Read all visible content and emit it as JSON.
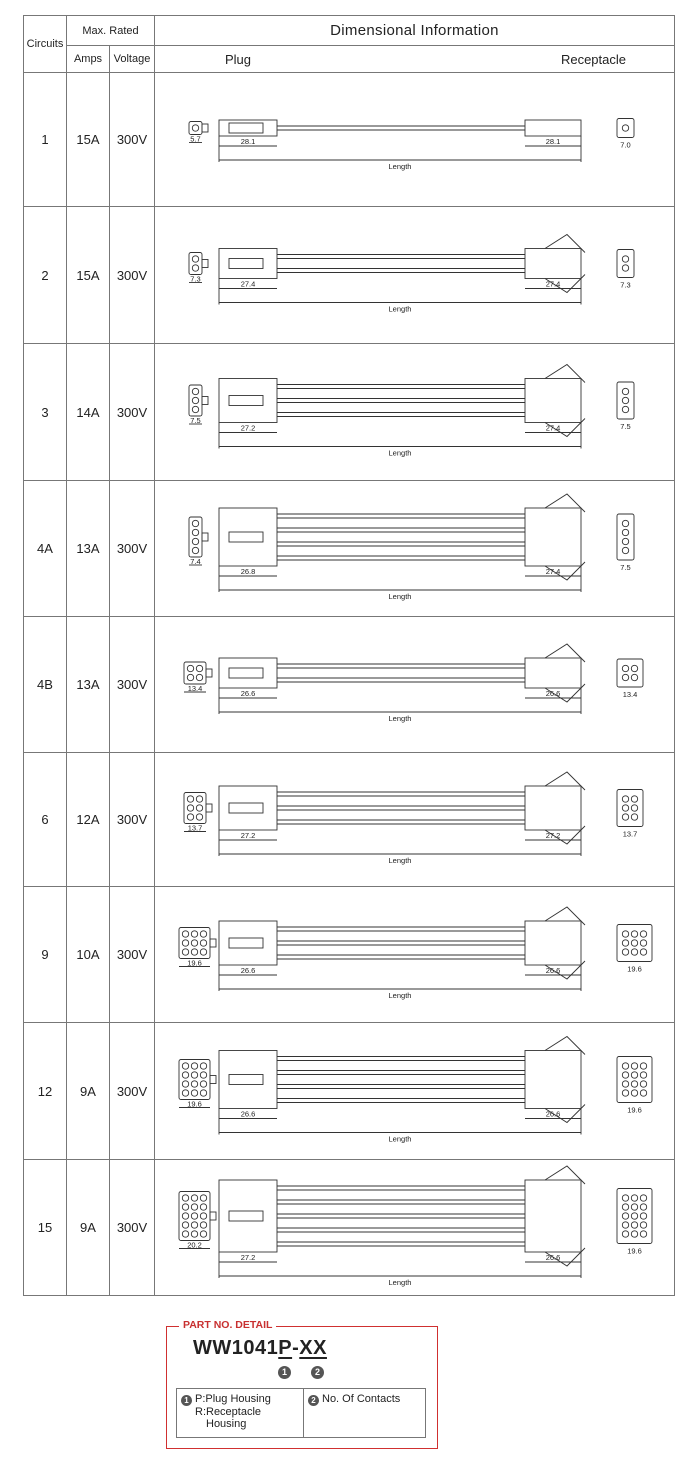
{
  "header": {
    "circuits": "Circuits",
    "max_rated": "Max. Rated",
    "amps": "Amps",
    "voltage": "Voltage",
    "dimensional": "Dimensional Information",
    "plug": "Plug",
    "receptacle": "Receptacle"
  },
  "rows": [
    {
      "circuit": "1",
      "amps": "15A",
      "voltage": "300V",
      "dims": {
        "plug_face": "5.7",
        "plug_len": "28.1",
        "rec_len": "28.1",
        "rec_face": "7.0",
        "length": "Length"
      }
    },
    {
      "circuit": "2",
      "amps": "15A",
      "voltage": "300V",
      "dims": {
        "plug_face": "7.3",
        "plug_len": "27.4",
        "rec_len": "27.4",
        "rec_face": "7.3",
        "length": "Length"
      }
    },
    {
      "circuit": "3",
      "amps": "14A",
      "voltage": "300V",
      "dims": {
        "plug_face": "7.5",
        "plug_len": "27.2",
        "rec_len": "27.4",
        "rec_face": "7.5",
        "length": "Length"
      }
    },
    {
      "circuit": "4A",
      "amps": "13A",
      "voltage": "300V",
      "dims": {
        "plug_face": "7.4",
        "plug_len": "26.8",
        "rec_len": "27.4",
        "rec_face": "7.5",
        "length": "Length"
      }
    },
    {
      "circuit": "4B",
      "amps": "13A",
      "voltage": "300V",
      "dims": {
        "plug_face": "13.4",
        "plug_len": "26.6",
        "rec_len": "26.6",
        "rec_face": "13.4",
        "length": "Length"
      }
    },
    {
      "circuit": "6",
      "amps": "12A",
      "voltage": "300V",
      "dims": {
        "plug_face": "13.7",
        "plug_len": "27.2",
        "rec_len": "27.2",
        "rec_face": "13.7",
        "length": "Length"
      }
    },
    {
      "circuit": "9",
      "amps": "10A",
      "voltage": "300V",
      "dims": {
        "plug_face": "19.6",
        "plug_len": "26.6",
        "rec_len": "26.6",
        "rec_face": "19.6",
        "length": "Length"
      }
    },
    {
      "circuit": "12",
      "amps": "9A",
      "voltage": "300V",
      "dims": {
        "plug_face": "19.6",
        "plug_len": "26.6",
        "rec_len": "26.6",
        "rec_face": "19.6",
        "length": "Length"
      }
    },
    {
      "circuit": "15",
      "amps": "9A",
      "voltage": "300V",
      "dims": {
        "plug_face": "20.2",
        "plug_len": "27.2",
        "rec_len": "26.6",
        "rec_face": "19.6",
        "length": "Length"
      }
    }
  ],
  "part": {
    "title": "PART NO. DETAIL",
    "code_prefix": "WW1041",
    "code_p": "P",
    "code_dash": "-",
    "code_xx": "XX",
    "marker_1": "1",
    "marker_2": "2",
    "legend_1_line1": "P:Plug Housing",
    "legend_1_line2": "R:Receptacle",
    "legend_1_line3": "Housing",
    "legend_2": "No. Of Contacts"
  },
  "colors": {
    "border": "#777777",
    "part_frame": "#d03030",
    "part_title": "#c83030",
    "drawing": "#333333"
  }
}
